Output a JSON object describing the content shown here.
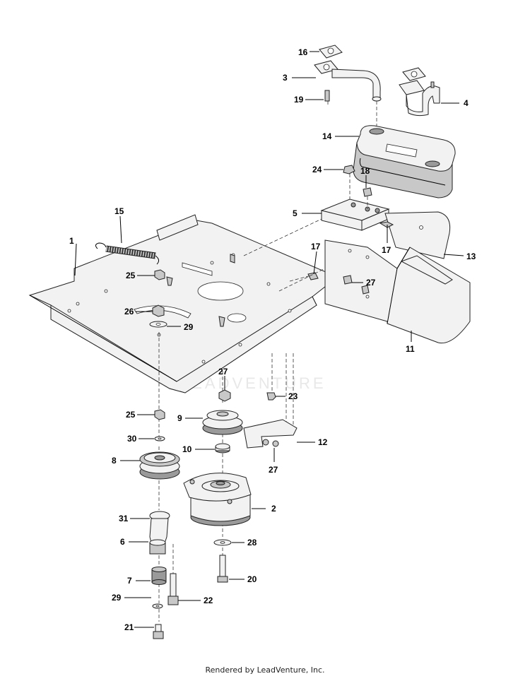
{
  "watermark": "LEADVENTURE",
  "footer_text": "Rendered by LeadVenture, Inc.",
  "callouts": {
    "c1": "1",
    "c2": "2",
    "c3": "3",
    "c4": "4",
    "c5": "5",
    "c6": "6",
    "c7": "7",
    "c8": "8",
    "c9": "9",
    "c10": "10",
    "c11": "11",
    "c12": "12",
    "c13": "13",
    "c14": "14",
    "c15": "15",
    "c16": "16",
    "c17a": "17",
    "c17b": "17",
    "c18": "18",
    "c19": "19",
    "c20": "20",
    "c21": "21",
    "c22": "22",
    "c23": "23",
    "c24": "24",
    "c25a": "25",
    "c25b": "25",
    "c26": "26",
    "c27a": "27",
    "c27b": "27",
    "c27c": "27",
    "c28": "28",
    "c29a": "29",
    "c29b": "29",
    "c30": "30",
    "c31": "31"
  }
}
